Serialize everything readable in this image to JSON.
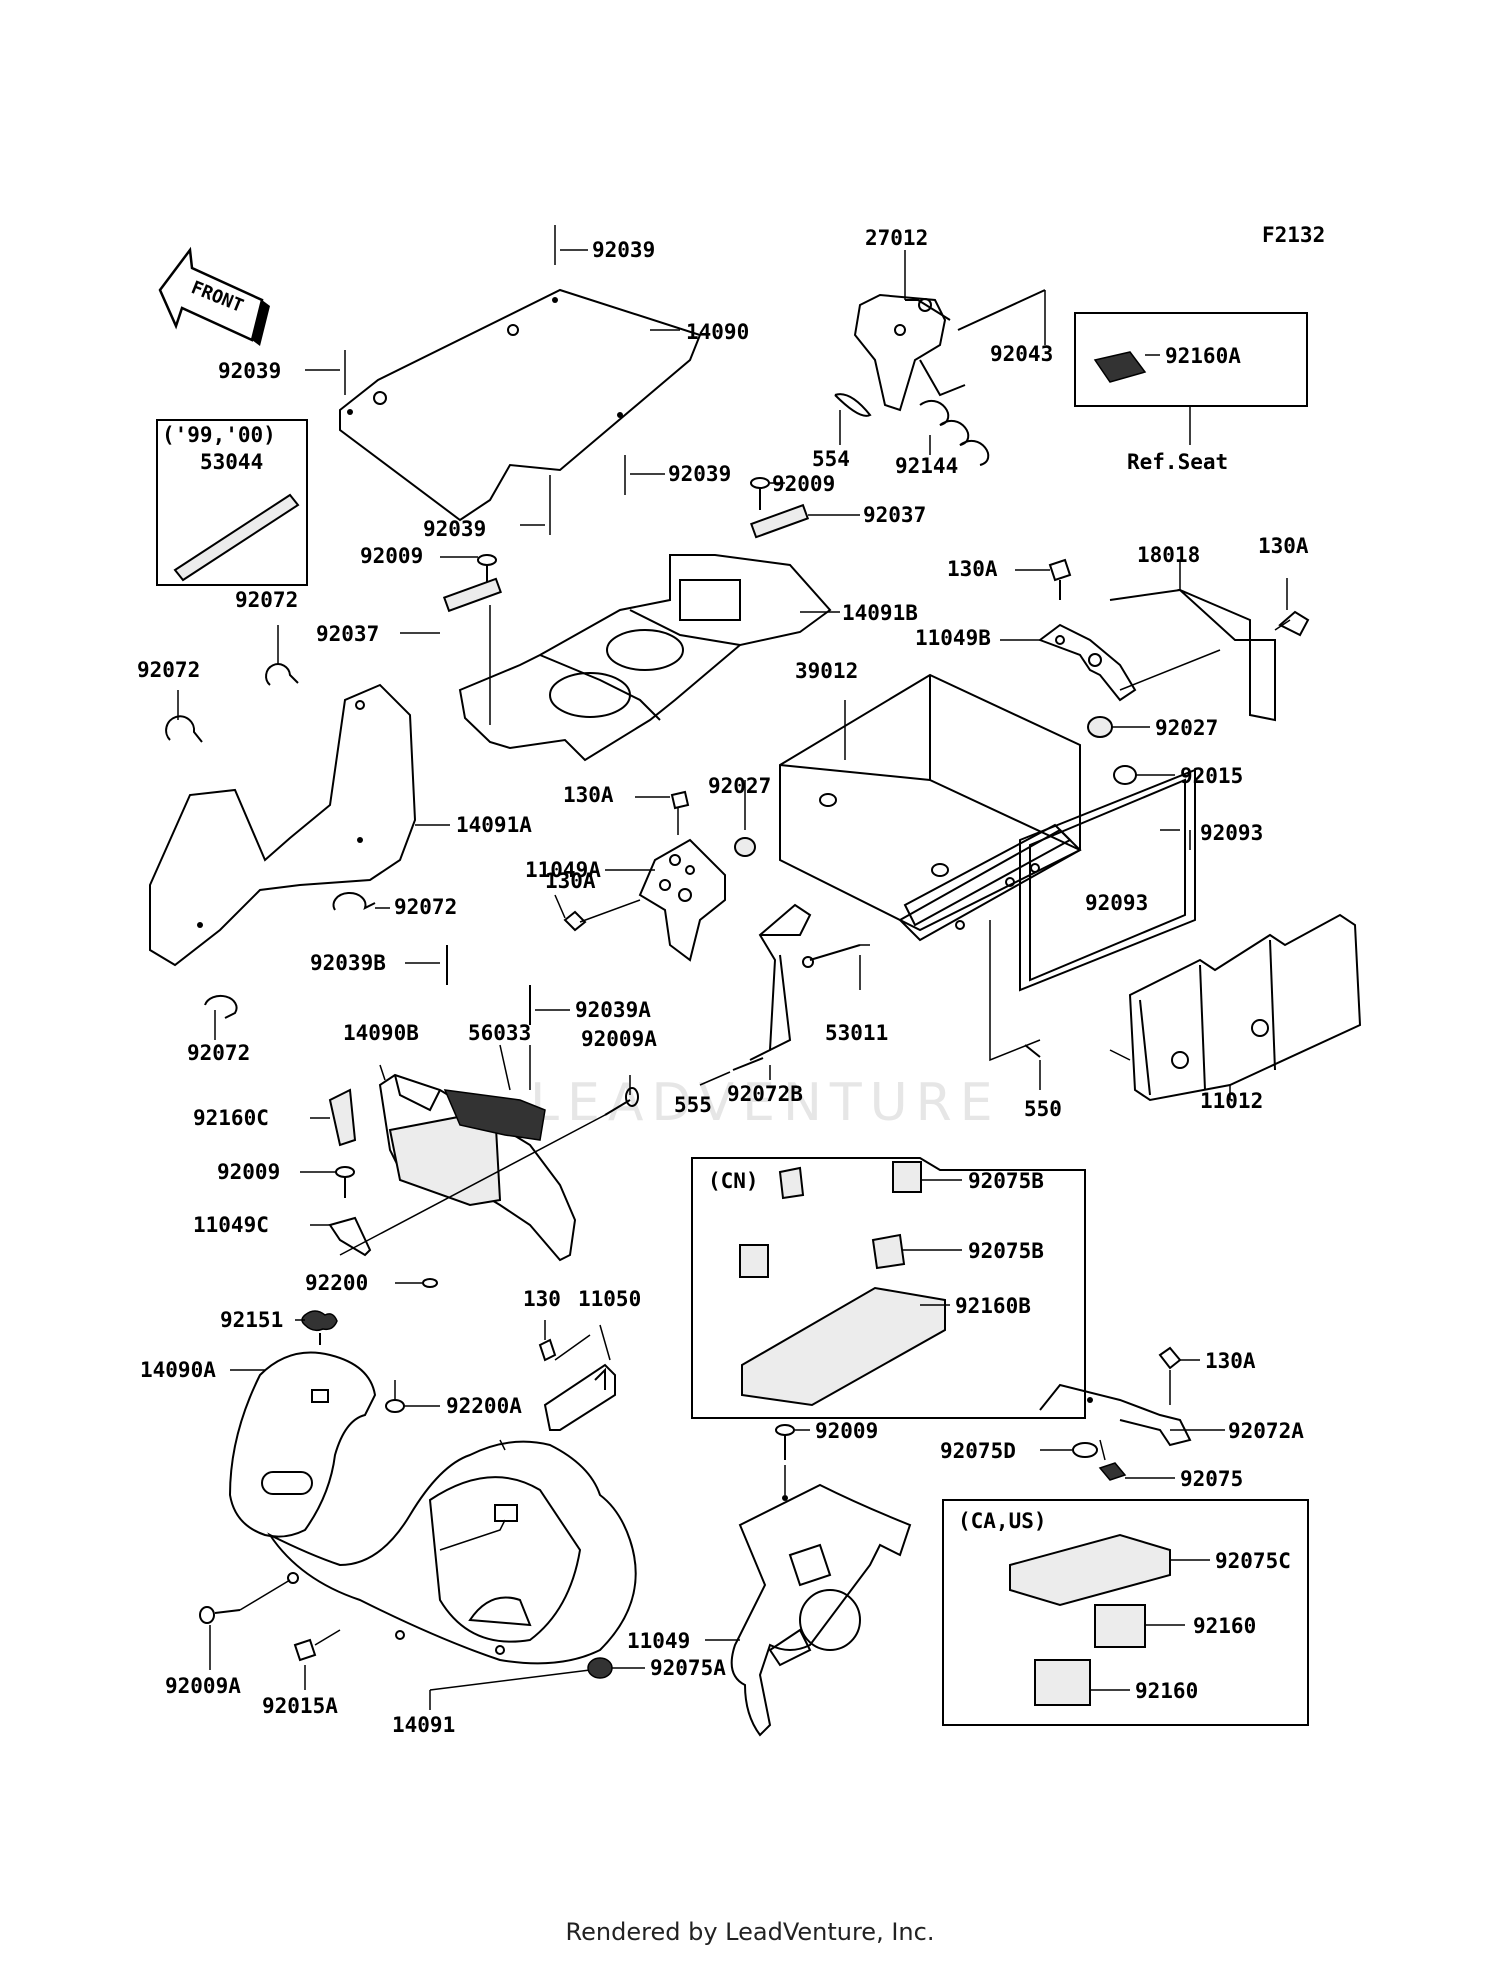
{
  "figure_code": "F2132",
  "front_label": "FRONT",
  "watermark": "LEADVENTURE",
  "footer": "Rendered by LeadVenture, Inc.",
  "callouts": {
    "c92039_top": "92039",
    "c14090": "14090",
    "c92039_left": "92039",
    "c92039_mid": "92039",
    "c92039_low": "92039",
    "c92009_top": "92009",
    "c92009_mid": "92009",
    "c92037_right": "92037",
    "c92037_left": "92037",
    "c14091B": "14091B",
    "c27012": "27012",
    "c92043": "92043",
    "c554": "554",
    "c92144": "92144",
    "c92160A": "92160A",
    "ref_seat": "Ref.Seat",
    "years_box": "('99,'00)",
    "c53044": "53044",
    "c92072_a": "92072",
    "c92072_b": "92072",
    "c92072_c": "92072",
    "c92072_d": "92072",
    "c14091A": "14091A",
    "c130A_1": "130A",
    "c130A_2": "130A",
    "c130A_3": "130A",
    "c130A_4": "130A",
    "c130A_5": "130A",
    "c18018": "18018",
    "c11049B": "11049B",
    "c92027_r": "92027",
    "c92027_l": "92027",
    "c39012": "39012",
    "c92015": "92015",
    "c92093_a": "92093",
    "c92093_b": "92093",
    "c11049A": "11049A",
    "c92039B": "92039B",
    "c92039A": "92039A",
    "c53011": "53011",
    "c14090B": "14090B",
    "c56033": "56033",
    "c92009A_top": "92009A",
    "c555": "555",
    "c92072B": "92072B",
    "c550": "550",
    "c11012": "11012",
    "c92160C": "92160C",
    "c92009_low": "92009",
    "c11049C": "11049C",
    "c92200": "92200",
    "cn_box": "(CN)",
    "c92075B_1": "92075B",
    "c92075B_2": "92075B",
    "c92160B": "92160B",
    "c92151": "92151",
    "c14090A": "14090A",
    "c130": "130",
    "c11050": "11050",
    "c92200A": "92200A",
    "c92009_bot": "92009",
    "c92072A": "92072A",
    "c92075D": "92075D",
    "c92075": "92075",
    "ca_us_box": "(CA,US)",
    "c92075C": "92075C",
    "c92160_1": "92160",
    "c92160_2": "92160",
    "c11049": "11049",
    "c92075A": "92075A",
    "c92009A_bot": "92009A",
    "c92015A": "92015A",
    "c14091": "14091"
  }
}
